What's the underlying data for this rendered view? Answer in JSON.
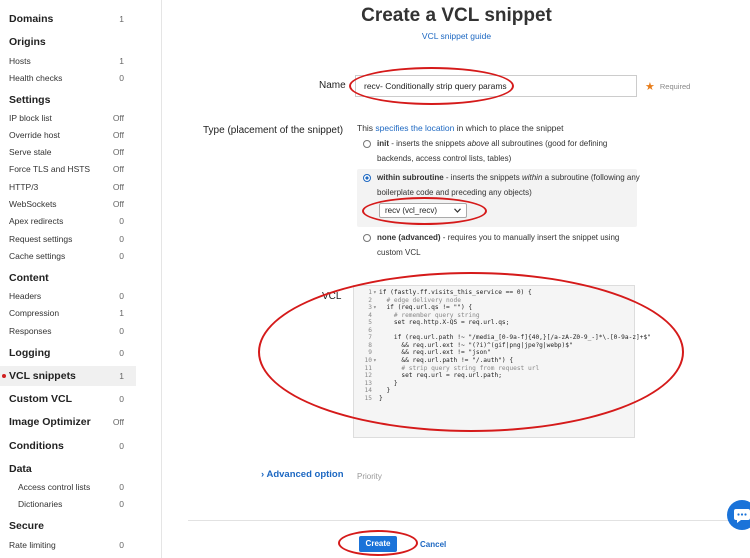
{
  "sidebar": {
    "items": [
      {
        "label": "Domains",
        "value": "1",
        "kind": "section"
      },
      {
        "label": "Origins",
        "value": "",
        "kind": "section"
      },
      {
        "label": "Hosts",
        "value": "1",
        "kind": "item"
      },
      {
        "label": "Health checks",
        "value": "0",
        "kind": "item"
      },
      {
        "label": "Settings",
        "value": "",
        "kind": "section"
      },
      {
        "label": "IP block list",
        "value": "Off",
        "kind": "item"
      },
      {
        "label": "Override host",
        "value": "Off",
        "kind": "item"
      },
      {
        "label": "Serve stale",
        "value": "Off",
        "kind": "item"
      },
      {
        "label": "Force TLS and HSTS",
        "value": "Off",
        "kind": "item"
      },
      {
        "label": "HTTP/3",
        "value": "Off",
        "kind": "item"
      },
      {
        "label": "WebSockets",
        "value": "Off",
        "kind": "item"
      },
      {
        "label": "Apex redirects",
        "value": "0",
        "kind": "item"
      },
      {
        "label": "Request settings",
        "value": "0",
        "kind": "item"
      },
      {
        "label": "Cache settings",
        "value": "0",
        "kind": "item"
      },
      {
        "label": "Content",
        "value": "",
        "kind": "section"
      },
      {
        "label": "Headers",
        "value": "0",
        "kind": "item"
      },
      {
        "label": "Compression",
        "value": "1",
        "kind": "item"
      },
      {
        "label": "Responses",
        "value": "0",
        "kind": "item"
      },
      {
        "label": "Logging",
        "value": "0",
        "kind": "section"
      },
      {
        "label": "VCL snippets",
        "value": "1",
        "kind": "section",
        "active": true
      },
      {
        "label": "Custom VCL",
        "value": "0",
        "kind": "section"
      },
      {
        "label": "Image Optimizer",
        "value": "Off",
        "kind": "section"
      },
      {
        "label": "Conditions",
        "value": "0",
        "kind": "section"
      },
      {
        "label": "Data",
        "value": "",
        "kind": "section"
      },
      {
        "label": "Access control lists",
        "value": "0",
        "kind": "sub"
      },
      {
        "label": "Dictionaries",
        "value": "0",
        "kind": "sub"
      },
      {
        "label": "Secure",
        "value": "",
        "kind": "section"
      },
      {
        "label": "Rate limiting",
        "value": "0",
        "kind": "item"
      }
    ]
  },
  "page": {
    "title": "Create a VCL snippet",
    "guide_link": "VCL snippet guide"
  },
  "form": {
    "name_label": "Name",
    "name_value": "recv- Conditionally strip query params",
    "required_label": "Required",
    "type_label": "Type (placement of the snippet)",
    "type_desc_prefix": "This ",
    "type_desc_link": "specifies the location",
    "type_desc_suffix": " in which to place the snippet",
    "options": {
      "init": {
        "title": "init",
        "pre": " - inserts the snippets ",
        "em": "above",
        "post": " all subroutines (good for defining backends, access control lists, tables)"
      },
      "within": {
        "title": "within subroutine",
        "pre": " - inserts the snippets ",
        "em": "within",
        "post": " a subroutine (following any boilerplate code and preceding any objects)"
      },
      "none": {
        "title": "none (advanced)",
        "pre": " - requires you to manually insert the snippet using custom VCL",
        "em": "",
        "post": ""
      }
    },
    "selected_option": "within",
    "subroutine_select": "recv (vcl_recv)",
    "vcl_label": "VCL",
    "vcl_lines": [
      "if (fastly.ff.visits_this_service == 0) {",
      "  # edge delivery node",
      "  if (req.url.qs != \"\") {",
      "    # remember query string",
      "    set req.http.X-QS = req.url.qs;",
      "",
      "    if (req.url.path !~ \"/media_[0-9a-f]{40,}[/a-zA-Z0-9_-]*\\.[0-9a-z]+$\"",
      "      && req.url.ext !~ \"(?i)^(gif|png|jpe?g|webp)$\"",
      "      && req.url.ext != \"json\"",
      "      && req.url.path != \"/.auth\") {",
      "      # strip query string from request url",
      "      set req.url = req.url.path;",
      "    }",
      "  }",
      "}"
    ],
    "fold_lines": [
      1,
      3,
      10
    ],
    "comment_lines": [
      2,
      4,
      11
    ],
    "advanced_label": "Advanced option",
    "priority_label": "Priority",
    "create_label": "Create",
    "cancel_label": "Cancel"
  },
  "colors": {
    "accent": "#1a73d9",
    "annotation": "#d51a1a",
    "active_dot": "#d01f1f"
  },
  "icons": [
    "chevron-right-icon",
    "chevron-down-icon",
    "chat-icon",
    "required-star-icon"
  ]
}
